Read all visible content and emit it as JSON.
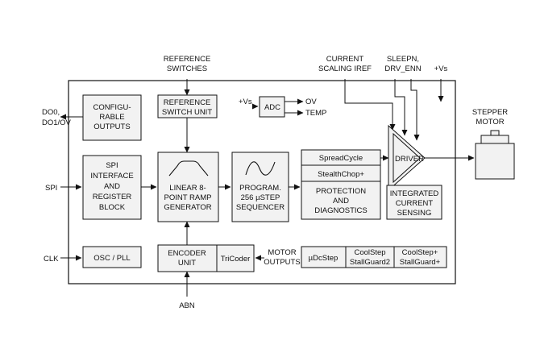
{
  "inputs": {
    "reference_switches": [
      "REFERENCE",
      "SWITCHES"
    ],
    "current_scaling": [
      "CURRENT",
      "SCALING IREF"
    ],
    "sleep": [
      "SLEEPN,",
      "DRV_ENN"
    ],
    "vs_top": "+Vs",
    "spi": "SPI",
    "clk": "CLK",
    "abn": "ABN",
    "motor_outputs": [
      "MOTOR",
      "OUTPUTS"
    ]
  },
  "outputs": {
    "do": [
      "DO0,",
      "DO1/OV"
    ],
    "ov": "OV",
    "temp": "TEMP",
    "stepper_motor": [
      "STEPPER",
      "MOTOR"
    ]
  },
  "blocks": {
    "configurable_outputs": [
      "CONFIGU-",
      "RABLE",
      "OUTPUTS"
    ],
    "spi_interface": [
      "SPI",
      "INTERFACE",
      "AND",
      "REGISTER",
      "BLOCK"
    ],
    "osc_pll": "OSC / PLL",
    "reference_switch_unit": [
      "REFERENCE",
      "SWITCH UNIT"
    ],
    "ramp_generator": [
      "LINEAR 8-",
      "POINT RAMP",
      "GENERATOR"
    ],
    "encoder_unit": [
      "ENCODER",
      "UNIT"
    ],
    "tricoder": "TriCoder",
    "adc_vs": "+Vs",
    "adc": "ADC",
    "sequencer": [
      "PROGRAM.",
      "256 µSTEP",
      "SEQUENCER"
    ],
    "spreadcycle": "SpreadCycle",
    "stealthchop": "StealthChop+",
    "protection": [
      "PROTECTION",
      "AND",
      "DIAGNOSTICS"
    ],
    "driver": "DRIVER",
    "current_sensing": [
      "INTEGRATED",
      "CURRENT",
      "SENSING"
    ],
    "udcstep": "µDcStep",
    "coolstep": [
      "CoolStep",
      "StallGuard2"
    ],
    "coolstep_plus": [
      "CoolStep+",
      "StallGuard+"
    ]
  }
}
